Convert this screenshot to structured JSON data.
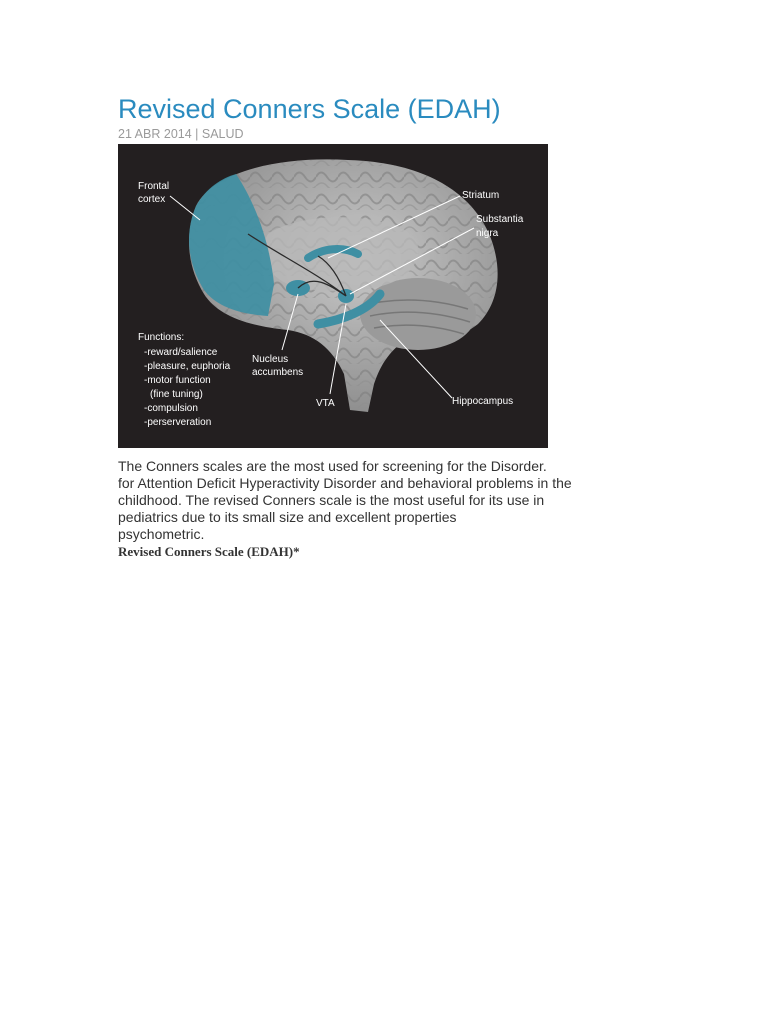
{
  "article": {
    "title": "Revised Conners Scale (EDAH)",
    "meta": "21 ABR 2014 | SALUD",
    "body_lines": [
      "The Conners scales are the most used for screening for the Disorder.",
      "for Attention Deficit Hyperactivity Disorder and behavioral problems in the",
      "childhood. The revised Conners scale is the most useful for its use in",
      "pediatrics due to its small size and excellent properties",
      "psychometric."
    ],
    "subheading": "Revised Conners Scale (EDAH)*"
  },
  "figure": {
    "labels": {
      "frontal_1": "Frontal",
      "frontal_2": "cortex",
      "striatum": "Striatum",
      "substantia_1": "Substantia",
      "substantia_2": "nigra",
      "nucleus_1": "Nucleus",
      "nucleus_2": "accumbens",
      "vta": "VTA",
      "hippocampus": "Hippocampus"
    },
    "functions": {
      "heading": "Functions:",
      "items": [
        "-reward/salience",
        "-pleasure, euphoria",
        "-motor function",
        "(fine tuning)",
        "-compulsion",
        "-perserveration"
      ]
    },
    "colors": {
      "background": "#231f20",
      "brain": "#a8a8a8",
      "highlight": "#3f8fa3"
    }
  }
}
